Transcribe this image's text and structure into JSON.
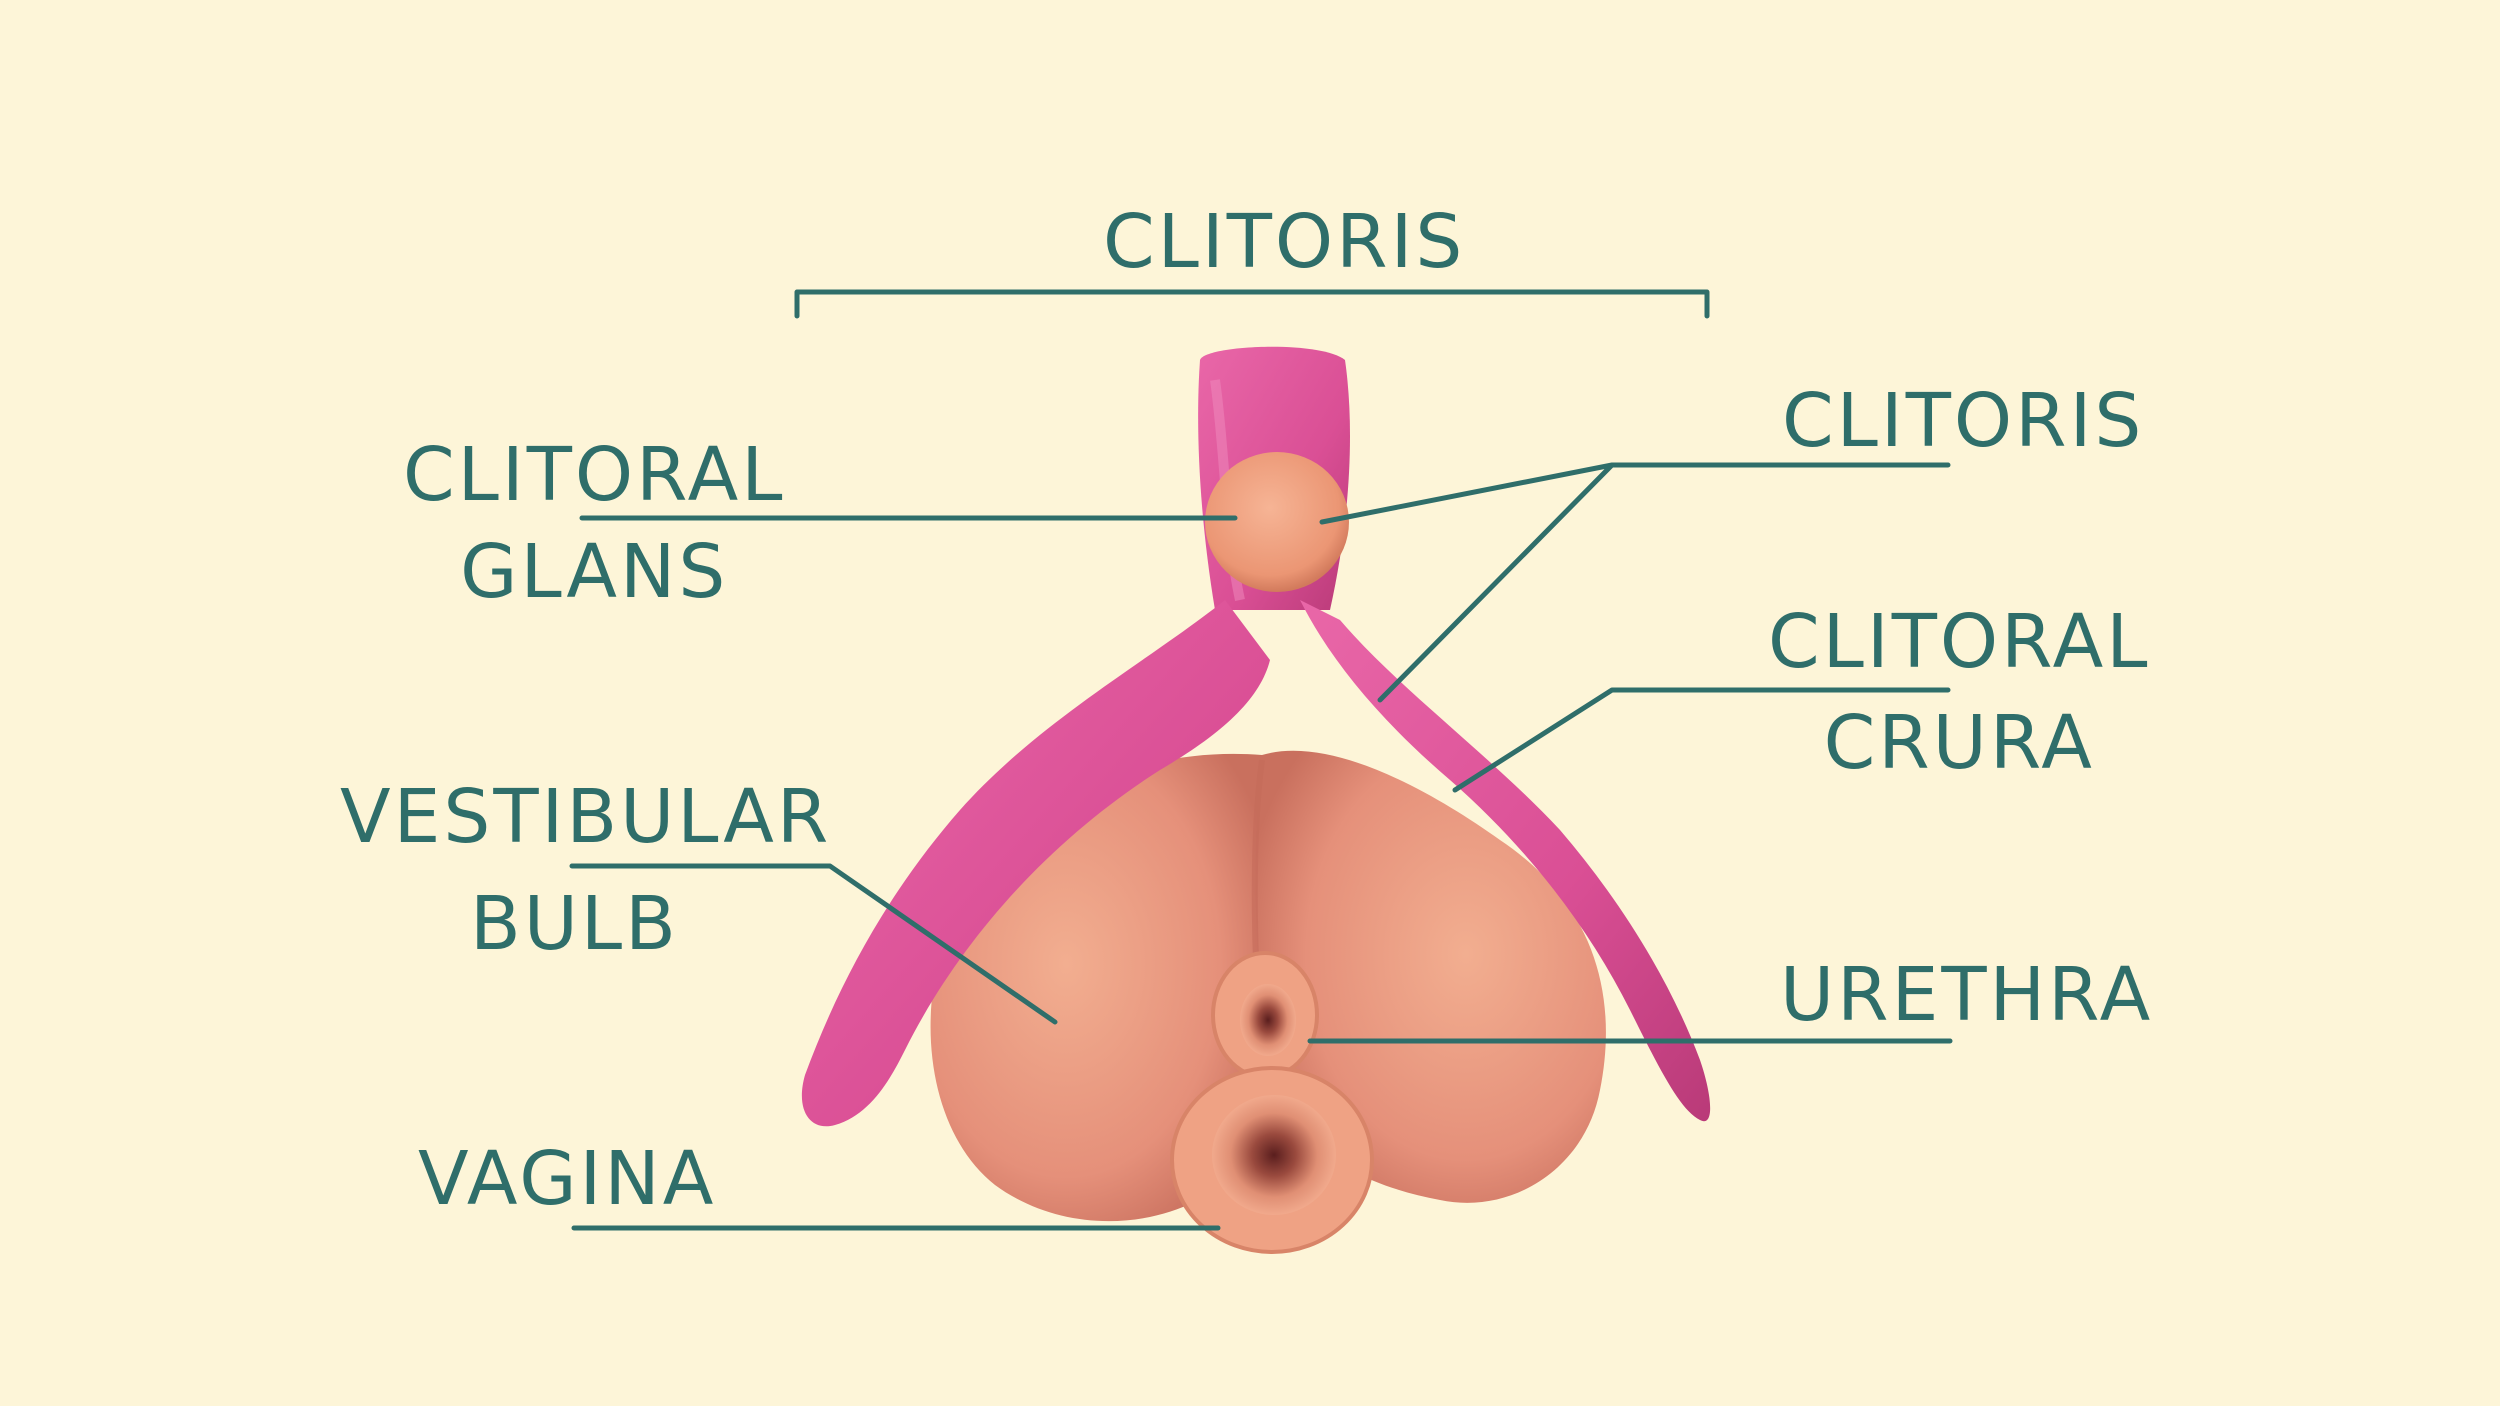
{
  "colors": {
    "background": "#FDF5D8",
    "ink": "#2F6E6A",
    "clitoris_body": "#E0549A",
    "clitoris_shadow": "#B93A78",
    "glans": "#EE9A78",
    "bulb": "#EB9A7E",
    "bulb_shadow": "#C9705E",
    "opening": "#D77A64"
  },
  "labels": {
    "top_title": "CLITORIS",
    "clitoris": "CLITORIS",
    "glans_line1": "CLITORAL",
    "glans_line2": "GLANS",
    "crura_line1": "CLITORAL",
    "crura_line2": "CRURA",
    "bulb_line1": "VESTIBULAR",
    "bulb_line2": "BULB",
    "urethra": "URETHRA",
    "vagina": "VAGINA"
  }
}
